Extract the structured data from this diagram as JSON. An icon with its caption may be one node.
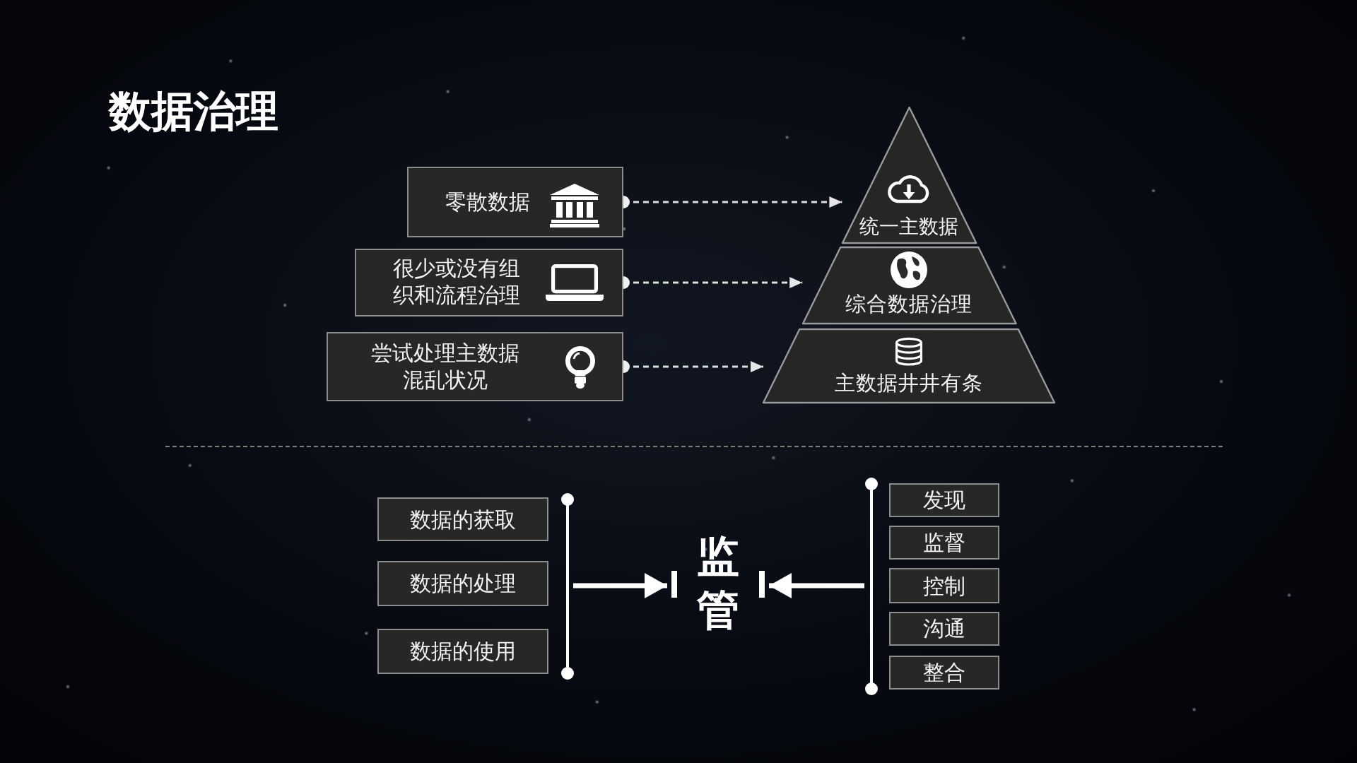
{
  "diagram": {
    "title": "数据治理",
    "nodes": [
      {
        "text": [
          "零散数据"
        ]
      },
      {
        "text": [
          "很少或没有组织和流程治理"
        ]
      },
      {
        "text": [
          "尝试处理主数据混乱状况"
        ]
      },
      {
        "text": [
          "统一主数据"
        ]
      },
      {
        "text": [
          "综合数据治理"
        ]
      },
      {
        "text": [
          "主数据井井有条"
        ]
      },
      {
        "text": [
          "数据的获取"
        ]
      },
      {
        "text": [
          "数据的处理"
        ]
      },
      {
        "text": [
          "数据的使用"
        ]
      },
      {
        "text": [],
        "shape": "bracket"
      },
      {
        "text": [
          "监管"
        ]
      },
      {
        "text": [],
        "shape": "bracket"
      },
      {
        "text": [
          "发现"
        ]
      },
      {
        "text": [
          "监督"
        ]
      },
      {
        "text": [
          "控制"
        ]
      },
      {
        "text": [
          "沟通"
        ]
      },
      {
        "text": [
          "整合"
        ]
      }
    ],
    "edges": [
      {
        "from": 0,
        "to": 3,
        "arrow": "to",
        "style": "dashed"
      },
      {
        "from": 1,
        "to": 4,
        "arrow": "to",
        "style": "dashed"
      },
      {
        "from": 2,
        "to": 5,
        "arrow": "to",
        "style": "dashed"
      },
      {
        "from": 9,
        "to": 10,
        "arrow": "to",
        "style": "thick"
      },
      {
        "from": 11,
        "to": 10,
        "arrow": "to",
        "style": "thick"
      }
    ]
  }
}
